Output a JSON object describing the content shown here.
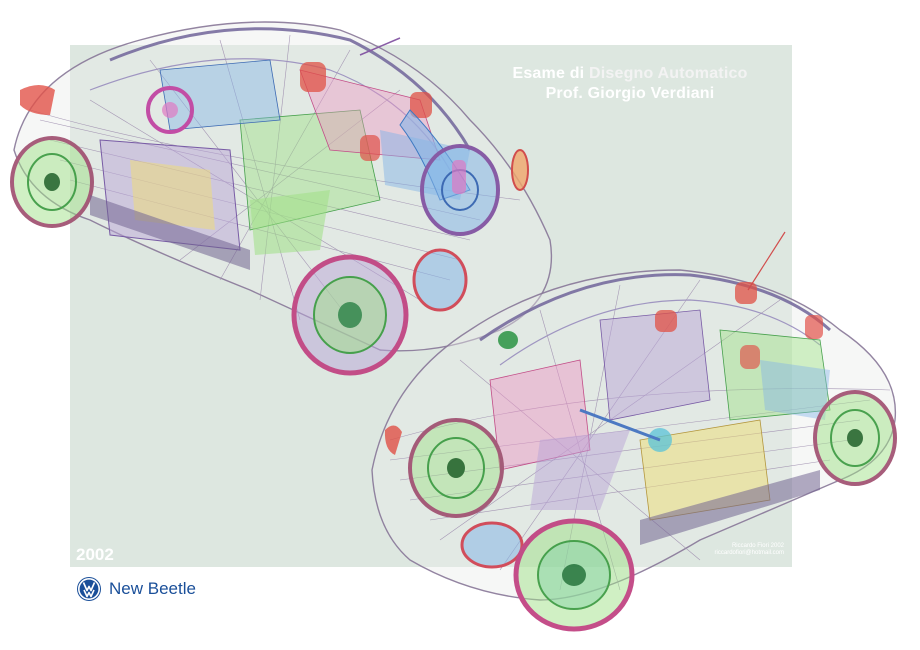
{
  "poster": {
    "title_prefix": "Esame di",
    "title_highlight": "Disegno Automatico",
    "subtitle": "Prof. Giorgio Verdiani",
    "year": "2002",
    "credit_line1": "Riccardo Fiori 2002",
    "credit_line2": "riccardofiori@hotmail.com"
  },
  "brand": {
    "name": "New Beetle",
    "logo_icon": "vw-logo-icon",
    "color": "#1a4f99"
  },
  "colors": {
    "panel": "#dde7e0",
    "wire": "#8a7a9a",
    "glass_green": "#9adf7f",
    "glass_pink": "#f08cc0",
    "glass_blue": "#7fb2e8",
    "glass_yellow": "#f2dd6a",
    "accent_red": "#e0453a"
  }
}
